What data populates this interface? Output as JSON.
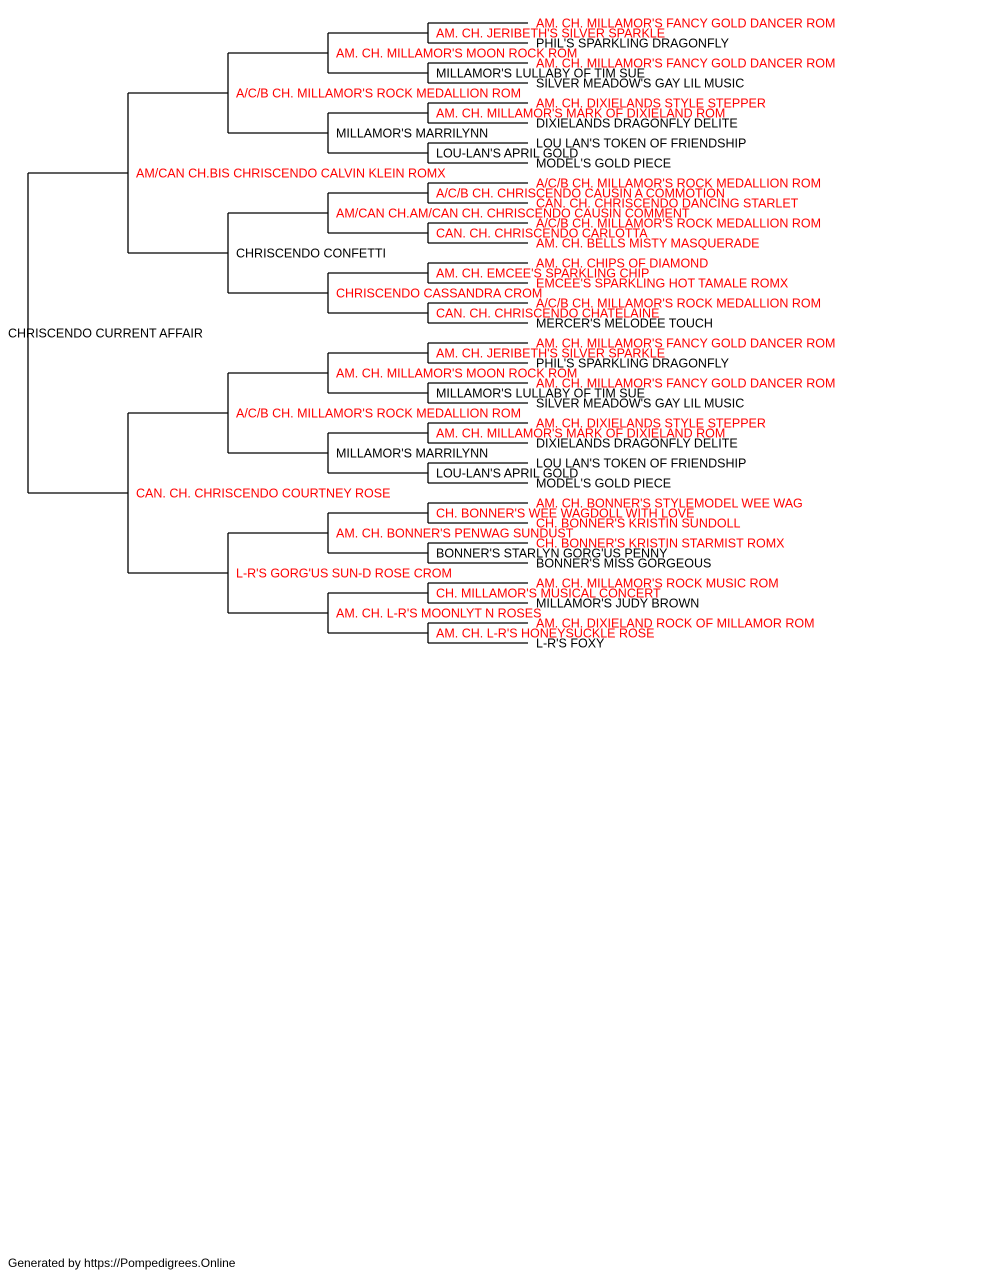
{
  "colors": {
    "titled": "#ff0000",
    "untitled": "#000000",
    "line": "#000000"
  },
  "pedigree": {
    "name": "CHRISCENDO CURRENT AFFAIR",
    "titled": false,
    "sire": {
      "name": "AM/CAN CH.BIS CHRISCENDO CALVIN KLEIN ROMX",
      "titled": true,
      "sire": {
        "name": "A/C/B CH. MILLAMOR'S ROCK MEDALLION ROM",
        "titled": true,
        "sire": {
          "name": "AM. CH. MILLAMOR'S MOON ROCK ROM",
          "titled": true,
          "sire": {
            "name": "AM. CH. JERIBETH'S SILVER SPARKLE",
            "titled": true,
            "sire": {
              "name": "AM. CH. MILLAMOR'S FANCY GOLD DANCER ROM",
              "titled": true
            },
            "dam": {
              "name": "PHIL'S SPARKLING DRAGONFLY",
              "titled": false
            }
          },
          "dam": {
            "name": "MILLAMOR'S LULLABY OF TIM SUE",
            "titled": false,
            "sire": {
              "name": "AM. CH. MILLAMOR'S FANCY GOLD DANCER ROM",
              "titled": true
            },
            "dam": {
              "name": "SILVER MEADOW'S GAY LIL MUSIC",
              "titled": false
            }
          }
        },
        "dam": {
          "name": "MILLAMOR'S MARRILYNN",
          "titled": false,
          "sire": {
            "name": "AM. CH. MILLAMOR'S MARK OF DIXIELAND ROM",
            "titled": true,
            "sire": {
              "name": "AM. CH. DIXIELANDS STYLE STEPPER",
              "titled": true
            },
            "dam": {
              "name": "DIXIELANDS DRAGONFLY DELITE",
              "titled": false
            }
          },
          "dam": {
            "name": "LOU-LAN'S APRIL GOLD",
            "titled": false,
            "sire": {
              "name": "LOU LAN'S TOKEN OF FRIENDSHIP",
              "titled": false
            },
            "dam": {
              "name": "MODEL'S GOLD PIECE",
              "titled": false
            }
          }
        }
      },
      "dam": {
        "name": "CHRISCENDO CONFETTI",
        "titled": false,
        "sire": {
          "name": "AM/CAN CH.AM/CAN CH. CHRISCENDO CAUSIN COMMENT",
          "titled": true,
          "sire": {
            "name": "A/C/B CH. CHRISCENDO CAUSIN A COMMOTION",
            "titled": true,
            "sire": {
              "name": "A/C/B CH. MILLAMOR'S ROCK MEDALLION ROM",
              "titled": true
            },
            "dam": {
              "name": "CAN. CH. CHRISCENDO DANCING STARLET",
              "titled": true
            }
          },
          "dam": {
            "name": "CAN. CH. CHRISCENDO CARLOTTA",
            "titled": true,
            "sire": {
              "name": "A/C/B CH. MILLAMOR'S ROCK MEDALLION ROM",
              "titled": true
            },
            "dam": {
              "name": "AM. CH. BELLS MISTY MASQUERADE",
              "titled": true
            }
          }
        },
        "dam": {
          "name": "CHRISCENDO CASSANDRA CROM",
          "titled": true,
          "sire": {
            "name": "AM. CH. EMCEE'S SPARKLING CHIP",
            "titled": true,
            "sire": {
              "name": "AM. CH. CHIPS OF DIAMOND",
              "titled": true
            },
            "dam": {
              "name": "EMCEE'S SPARKLING HOT TAMALE ROMX",
              "titled": true
            }
          },
          "dam": {
            "name": "CAN. CH. CHRISCENDO CHATELAINE",
            "titled": true,
            "sire": {
              "name": "A/C/B CH. MILLAMOR'S ROCK MEDALLION ROM",
              "titled": true
            },
            "dam": {
              "name": "MERCER'S MELODEE TOUCH",
              "titled": false
            }
          }
        }
      }
    },
    "dam": {
      "name": "CAN. CH. CHRISCENDO COURTNEY ROSE",
      "titled": true,
      "sire": {
        "name": "A/C/B CH. MILLAMOR'S ROCK MEDALLION ROM",
        "titled": true,
        "sire": {
          "name": "AM. CH. MILLAMOR'S MOON ROCK ROM",
          "titled": true,
          "sire": {
            "name": "AM. CH. JERIBETH'S SILVER SPARKLE",
            "titled": true,
            "sire": {
              "name": "AM. CH. MILLAMOR'S FANCY GOLD DANCER ROM",
              "titled": true
            },
            "dam": {
              "name": "PHIL'S SPARKLING DRAGONFLY",
              "titled": false
            }
          },
          "dam": {
            "name": "MILLAMOR'S LULLABY OF TIM SUE",
            "titled": false,
            "sire": {
              "name": "AM. CH. MILLAMOR'S FANCY GOLD DANCER ROM",
              "titled": true
            },
            "dam": {
              "name": "SILVER MEADOW'S GAY LIL MUSIC",
              "titled": false
            }
          }
        },
        "dam": {
          "name": "MILLAMOR'S MARRILYNN",
          "titled": false,
          "sire": {
            "name": "AM. CH. MILLAMOR'S MARK OF DIXIELAND ROM",
            "titled": true,
            "sire": {
              "name": "AM. CH. DIXIELANDS STYLE STEPPER",
              "titled": true
            },
            "dam": {
              "name": "DIXIELANDS DRAGONFLY DELITE",
              "titled": false
            }
          },
          "dam": {
            "name": "LOU-LAN'S APRIL GOLD",
            "titled": false,
            "sire": {
              "name": "LOU LAN'S TOKEN OF FRIENDSHIP",
              "titled": false
            },
            "dam": {
              "name": "MODEL'S GOLD PIECE",
              "titled": false
            }
          }
        }
      },
      "dam": {
        "name": "L-R'S GORG'US SUN-D ROSE CROM",
        "titled": true,
        "sire": {
          "name": "AM. CH. BONNER'S PENWAG SUNDUST",
          "titled": true,
          "sire": {
            "name": "CH. BONNER'S WEE WAGDOLL WITH LOVE",
            "titled": true,
            "sire": {
              "name": "AM. CH. BONNER'S STYLEMODEL WEE WAG",
              "titled": true
            },
            "dam": {
              "name": "CH. BONNER'S KRISTIN SUNDOLL",
              "titled": true
            }
          },
          "dam": {
            "name": "BONNER'S STARLYN GORG'US PENNY",
            "titled": false,
            "sire": {
              "name": "CH. BONNER'S KRISTIN STARMIST ROMX",
              "titled": true
            },
            "dam": {
              "name": "BONNER'S MISS GORGEOUS",
              "titled": false
            }
          }
        },
        "dam": {
          "name": "AM. CH. L-R'S MOONLYT N ROSES",
          "titled": true,
          "sire": {
            "name": "CH. MILLAMOR'S MUSICAL CONCERT",
            "titled": true,
            "sire": {
              "name": "AM. CH. MILLAMOR'S ROCK MUSIC ROM",
              "titled": true
            },
            "dam": {
              "name": "MILLAMOR'S JUDY BROWN",
              "titled": false
            }
          },
          "dam": {
            "name": "AM. CH. L-R'S HONEYSUCKLE ROSE",
            "titled": true,
            "sire": {
              "name": "AM. CH. DIXIELAND ROCK OF MILLAMOR ROM",
              "titled": true
            },
            "dam": {
              "name": "L-R'S FOXY",
              "titled": false
            }
          }
        }
      }
    }
  },
  "footer": {
    "text": "Generated by https://Pompedigrees.Online"
  }
}
